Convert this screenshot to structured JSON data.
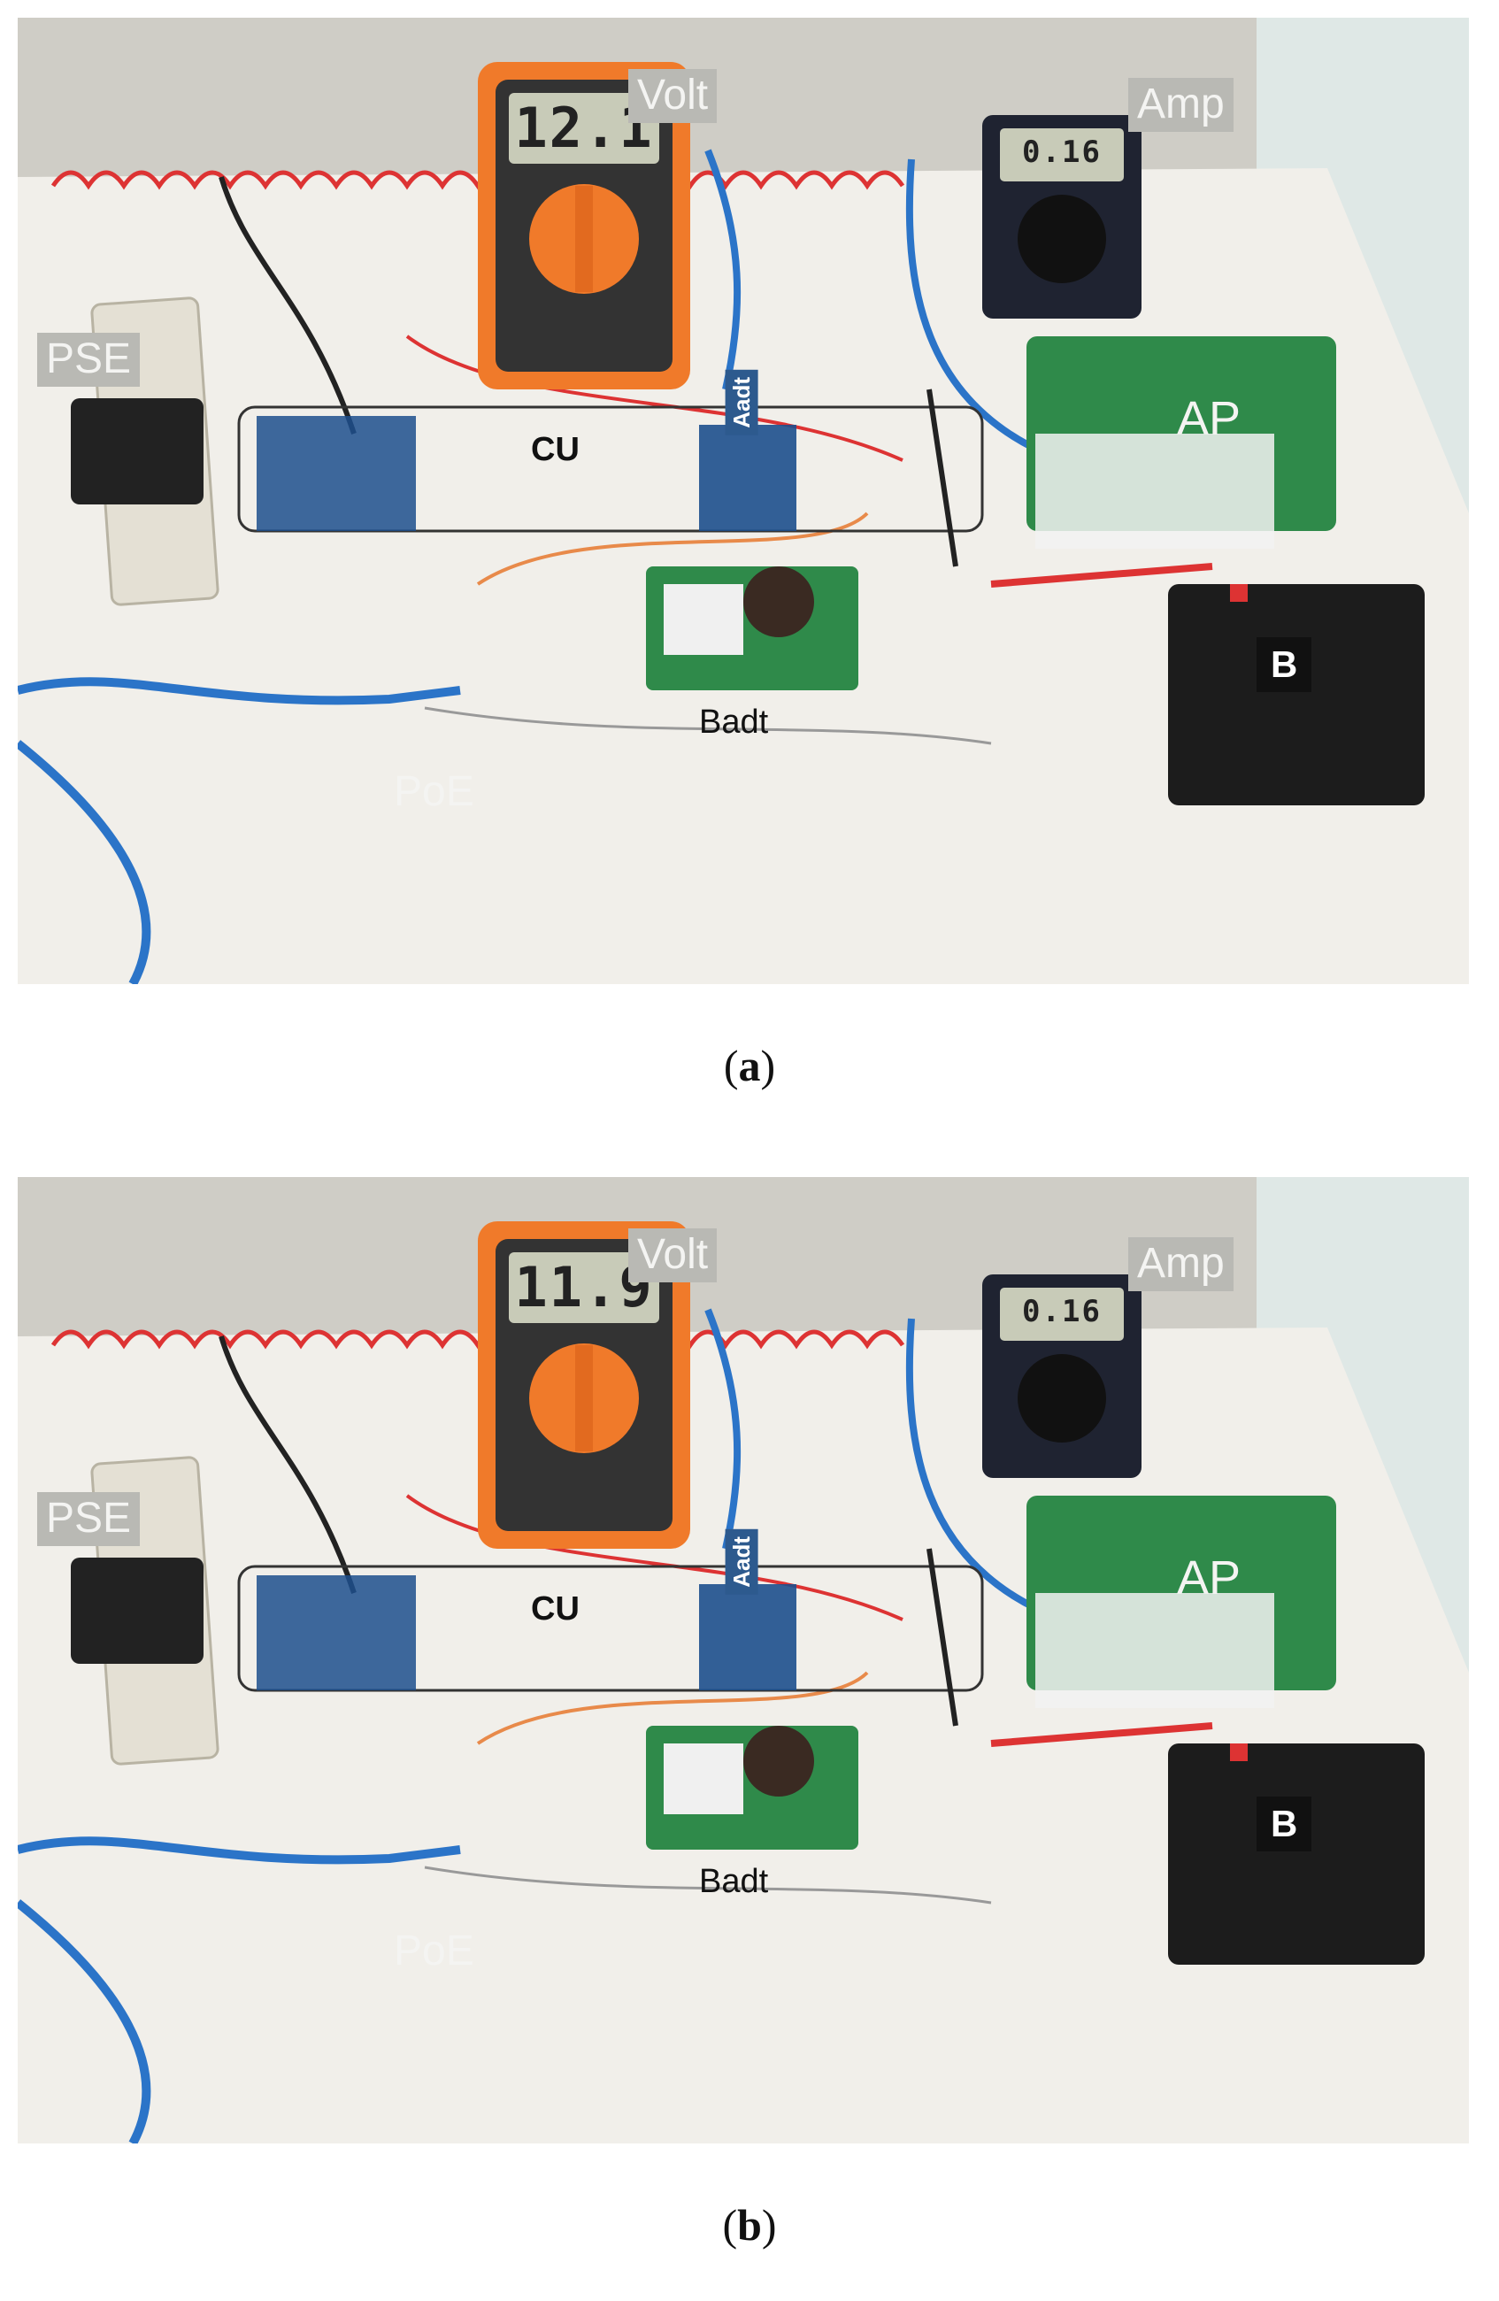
{
  "panels": [
    {
      "id": "a",
      "caption_letter": "a",
      "labels": {
        "volt": "Volt",
        "amp": "Amp",
        "pse": "PSE",
        "cu": "CU",
        "aadt": "Aadt",
        "ap": "AP",
        "badt": "Badt",
        "poe": "PoE",
        "b": "B"
      },
      "voltmeter_reading": "12.1",
      "ammeter_reading": "0.16"
    },
    {
      "id": "b",
      "caption_letter": "b",
      "labels": {
        "volt": "Volt",
        "amp": "Amp",
        "pse": "PSE",
        "cu": "CU",
        "aadt": "Aadt",
        "ap": "AP",
        "badt": "Badt",
        "poe": "PoE",
        "b": "B"
      },
      "voltmeter_reading": "11.9",
      "ammeter_reading": "0.16"
    }
  ],
  "colors": {
    "wall": "#d9d7cf",
    "cloth": "#f1efea",
    "meter_orange": "#f07a2a",
    "board_green": "#2f8a4a",
    "cable_blue": "#2b74c8",
    "battery": "#1c1c1c"
  }
}
